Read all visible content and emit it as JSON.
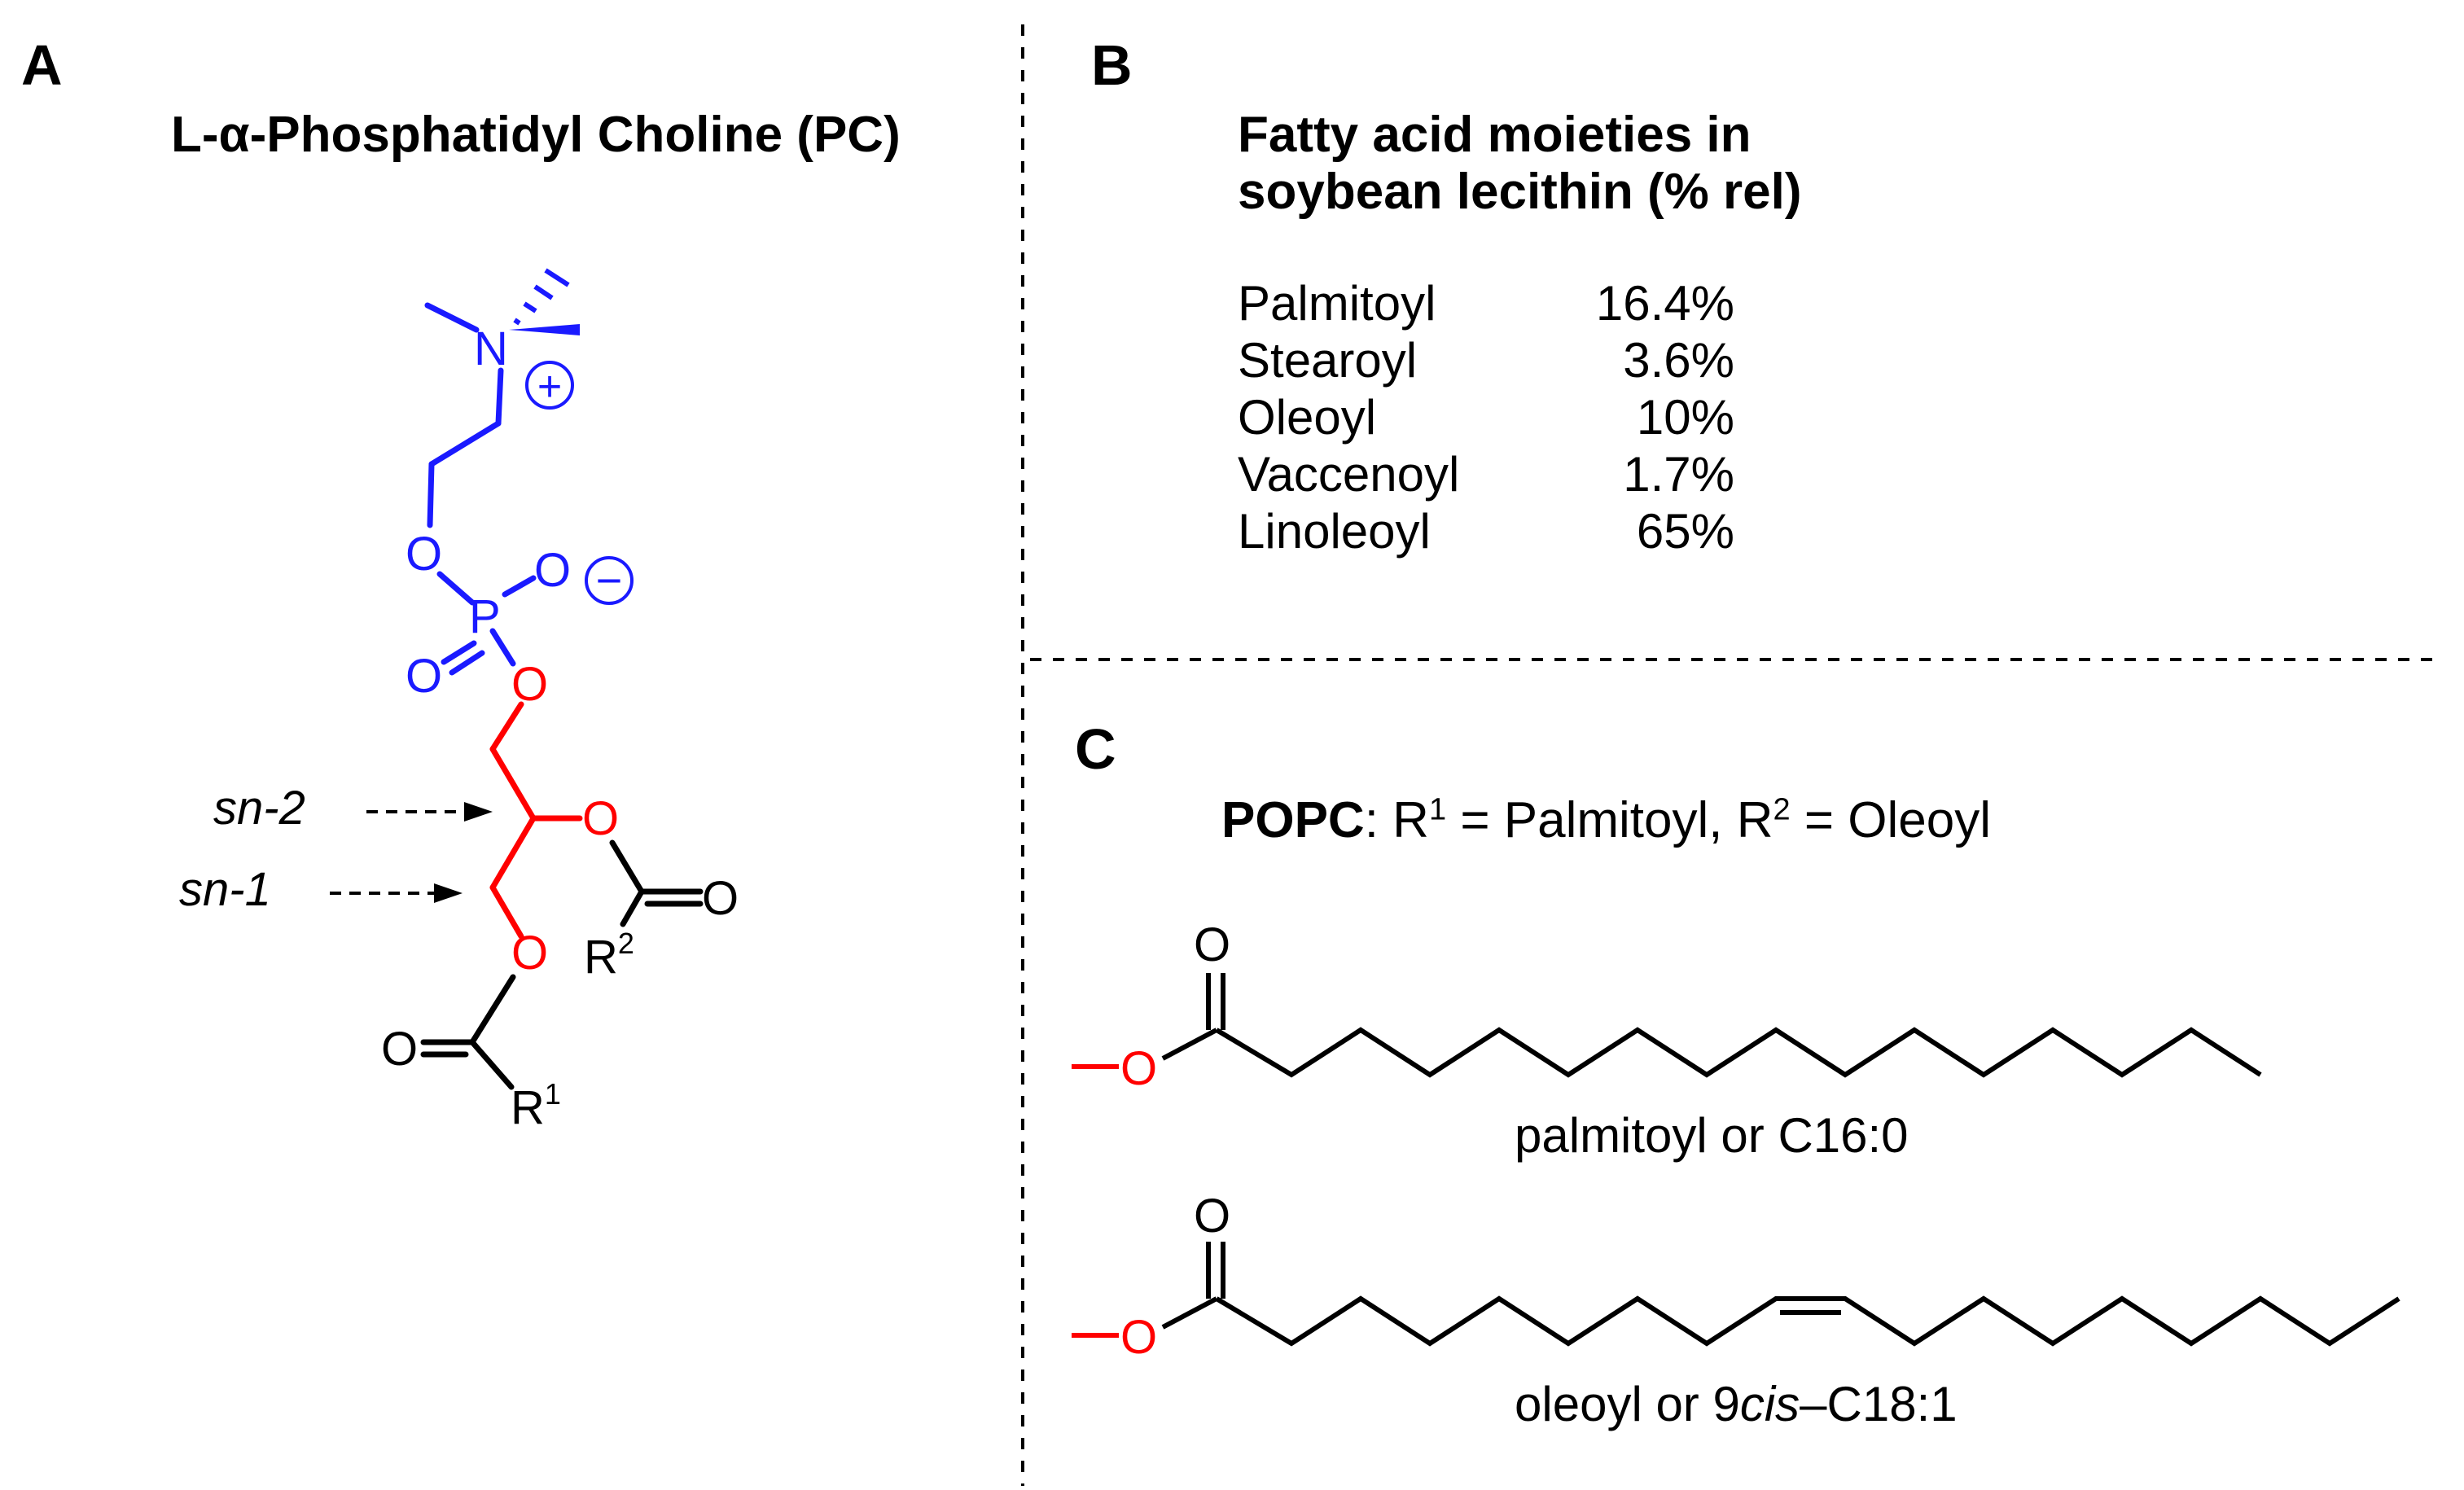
{
  "panelA": {
    "letter": "A",
    "title": "L-α-Phosphatidyl Choline (PC)",
    "labels": {
      "sn2": "sn-2",
      "sn1": "sn-1",
      "N": "N",
      "plus": "+",
      "minus": "−",
      "P": "P",
      "O": "O",
      "R": "R",
      "sup1": "1",
      "sup2": "2"
    }
  },
  "panelB": {
    "letter": "B",
    "title_line1": "Fatty acid moieties in",
    "title_line2": "soybean lecithin (% rel)",
    "rows": [
      {
        "name": "Palmitoyl",
        "value": "16.4%"
      },
      {
        "name": "Stearoyl",
        "value": "3.6%"
      },
      {
        "name": "Oleoyl",
        "value": "10%"
      },
      {
        "name": "Vaccenoyl",
        "value": "1.7%"
      },
      {
        "name": "Linoleoyl",
        "value": "65%"
      }
    ]
  },
  "panelC": {
    "letter": "C",
    "popc_bold": "POPC",
    "popc_r1": ": R",
    "popc_mid": " = Palmitoyl, R",
    "popc_end": " = Oleoyl",
    "sup1": "1",
    "sup2": "2",
    "O": "O",
    "palmitoyl_caption": "palmitoyl or C16:0",
    "oleoyl_caption_pre": "oleoyl or 9",
    "oleoyl_caption_cis": "cis",
    "oleoyl_caption_post": "–C18:1"
  },
  "colors": {
    "headgroup": "#1a1aff",
    "glycerol": "#ff0000",
    "black": "#000000"
  }
}
